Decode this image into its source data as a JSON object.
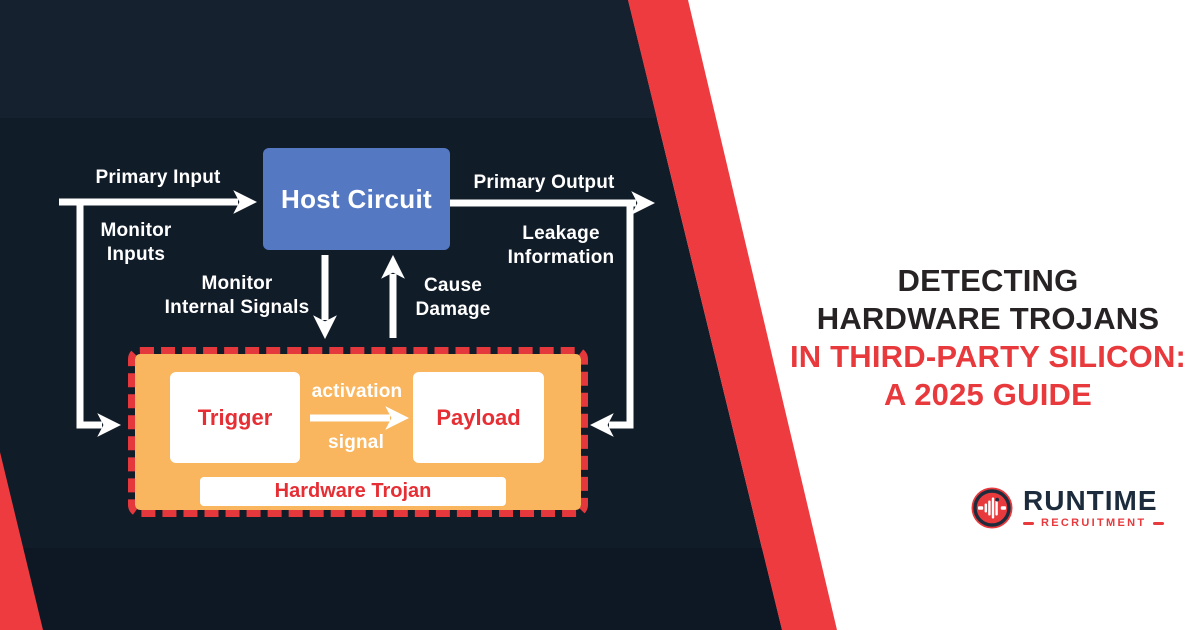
{
  "colors": {
    "background_navy": "#111c29",
    "background_navy_top": "#15212f",
    "background_navy_bottom": "#0e1824",
    "accent_red": "#ee3b40",
    "text_red": "#e8393d",
    "host_blue": "#5578c3",
    "trojan_orange": "#f9b65f",
    "white": "#ffffff",
    "title_dark": "#272325",
    "logo_navy": "#1d2c3d"
  },
  "diagram": {
    "host_circuit_label": "Host Circuit",
    "labels": {
      "primary_input": "Primary Input",
      "monitor_inputs": [
        "Monitor",
        "Inputs"
      ],
      "monitor_internal": [
        "Monitor",
        "Internal Signals"
      ],
      "cause_damage": [
        "Cause",
        "Damage"
      ],
      "primary_output": "Primary Output",
      "leakage": [
        "Leakage",
        "Information"
      ],
      "activation": "activation",
      "signal": "signal"
    },
    "trojan": {
      "trigger_label": "Trigger",
      "payload_label": "Payload",
      "caption": "Hardware Trojan"
    }
  },
  "title": {
    "lines": [
      "DETECTING",
      "HARDWARE TROJANS",
      "IN THIRD-PARTY SILICON:",
      "A 2025 GUIDE"
    ]
  },
  "logo": {
    "icon": "waveform-badge-icon",
    "name": "RUNTIME",
    "subtitle": "RECRUITMENT"
  }
}
